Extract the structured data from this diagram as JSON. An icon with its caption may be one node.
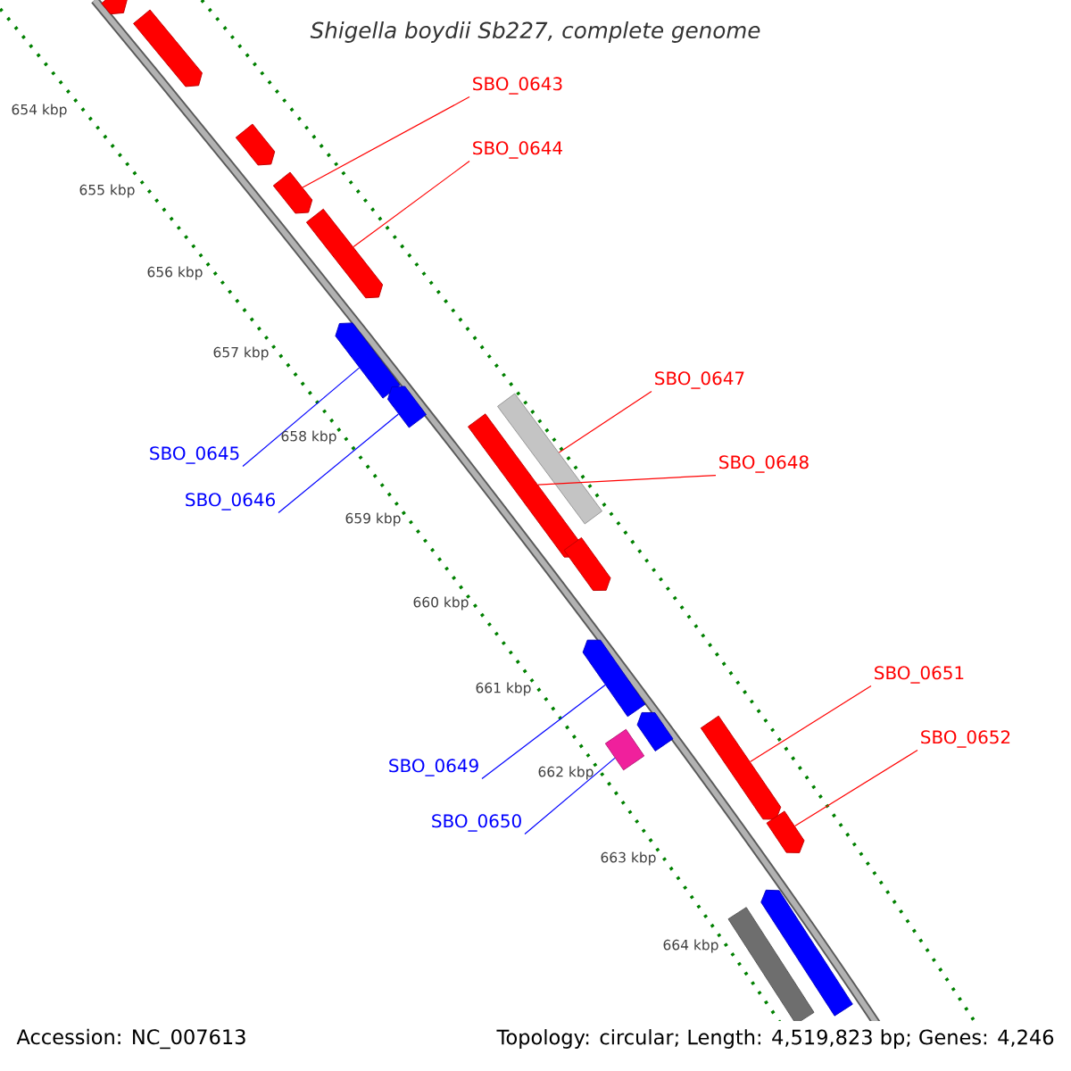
{
  "diagram": {
    "title": "Shigella boydii Sb227, complete genome",
    "nodes": [
      {
        "text": [],
        "shape": "arrow"
      },
      {
        "text": [],
        "shape": "arrow"
      },
      {
        "text": [],
        "shape": "arrow"
      },
      {
        "text": [],
        "shape": "arrow"
      },
      {
        "text": [],
        "shape": "arrow"
      },
      {
        "text": [],
        "shape": "arrow"
      },
      {
        "text": [],
        "shape": "arrow"
      },
      {
        "text": [],
        "shape": "bar"
      },
      {
        "text": [],
        "shape": "arrow"
      },
      {
        "text": [],
        "shape": "arrow"
      },
      {
        "text": [],
        "shape": "arrow"
      },
      {
        "text": [],
        "shape": "arrow"
      },
      {
        "text": [],
        "shape": "box"
      },
      {
        "text": [],
        "shape": "arrow"
      },
      {
        "text": [],
        "shape": "arrow"
      },
      {
        "text": [],
        "shape": "bar"
      },
      {
        "text": [],
        "shape": "arrow"
      },
      {
        "text": [
          "SBO_0643"
        ]
      },
      {
        "text": [
          "SBO_0644"
        ]
      },
      {
        "text": [
          "SBO_0645"
        ]
      },
      {
        "text": [
          "SBO_0646"
        ]
      },
      {
        "text": [
          "SBO_0647"
        ]
      },
      {
        "text": [
          "SBO_0648"
        ]
      },
      {
        "text": [
          "SBO_0649"
        ]
      },
      {
        "text": [
          "SBO_0650"
        ]
      },
      {
        "text": [
          "SBO_0651"
        ]
      },
      {
        "text": [
          "SBO_0652"
        ]
      }
    ],
    "edges": [
      {
        "from": 17,
        "to": 3,
        "arrow": "none"
      },
      {
        "from": 18,
        "to": 4,
        "arrow": "none"
      },
      {
        "from": 19,
        "to": 5,
        "arrow": "none",
        "color": "#0000ff"
      },
      {
        "from": 20,
        "to": 6,
        "arrow": "none",
        "color": "#0000ff"
      },
      {
        "from": 21,
        "to": 7,
        "arrow": "none"
      },
      {
        "from": 22,
        "to": 8,
        "arrow": "none"
      },
      {
        "from": 23,
        "to": 10,
        "arrow": "none",
        "color": "#0000ff"
      },
      {
        "from": 24,
        "to": 12,
        "arrow": "none",
        "color": "#0000ff"
      },
      {
        "from": 25,
        "to": 13,
        "arrow": "none"
      },
      {
        "from": 26,
        "to": 14,
        "arrow": "none"
      }
    ],
    "labels": [
      "654 kbp",
      "655 kbp",
      "656 kbp",
      "657 kbp",
      "658 kbp",
      "659 kbp",
      "660 kbp",
      "661 kbp",
      "662 kbp",
      "663 kbp",
      "664 kbp",
      "Accession: NC_007613",
      "Topology: circular; Length: 4,519,823 bp; Genes: 4,246"
    ]
  }
}
